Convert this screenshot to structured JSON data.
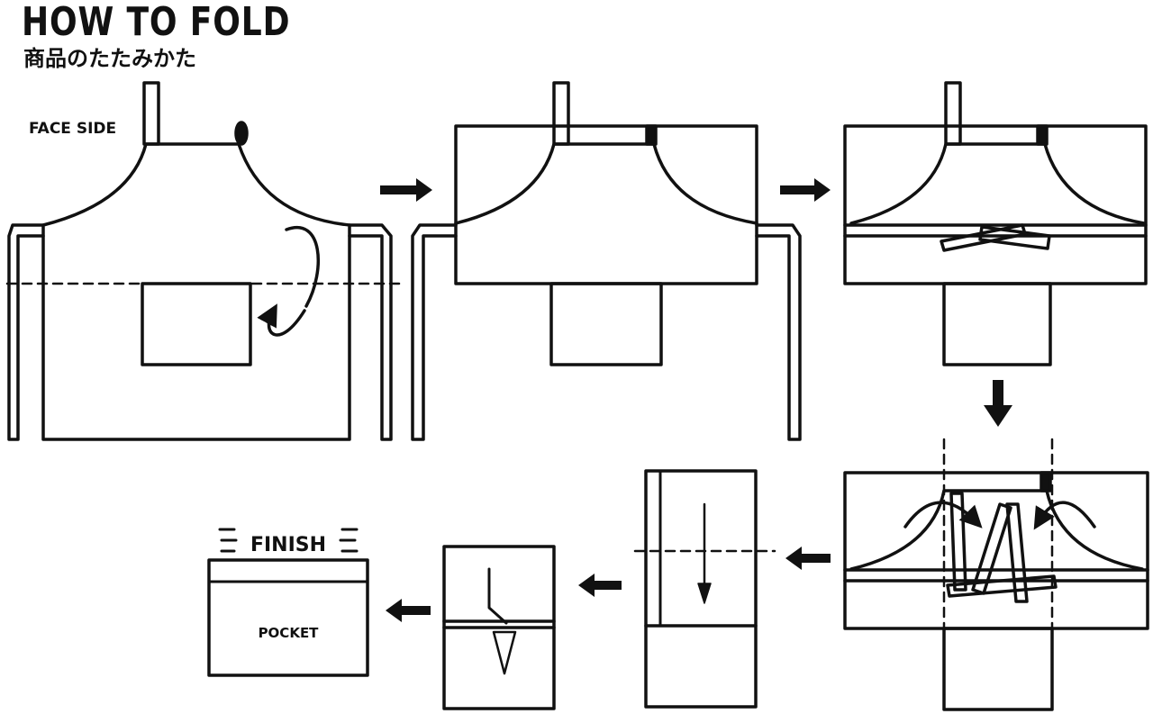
{
  "title": "HOW TO FOLD",
  "subtitle": "商品のたたみかた",
  "labels": {
    "face_side": "FACE SIDE",
    "finish": "FINISH",
    "pocket": "POCKET"
  },
  "colors": {
    "ink": "#111111",
    "paper": "#ffffff"
  }
}
